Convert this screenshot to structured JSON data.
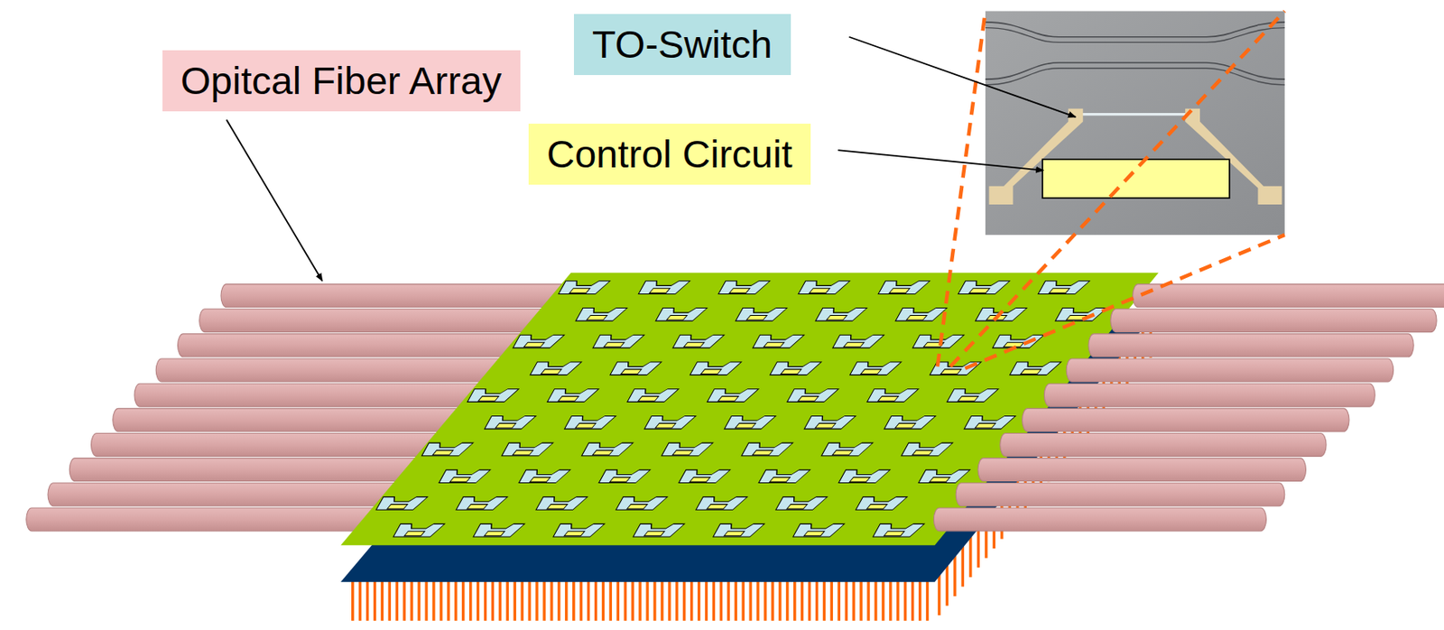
{
  "diagram": {
    "nodes": [
      {
        "text": [
          "Opitcal Fiber Array"
        ]
      },
      {
        "text": [
          "TO-Switch"
        ]
      },
      {
        "text": [
          "Control Circuit"
        ]
      }
    ]
  }
}
